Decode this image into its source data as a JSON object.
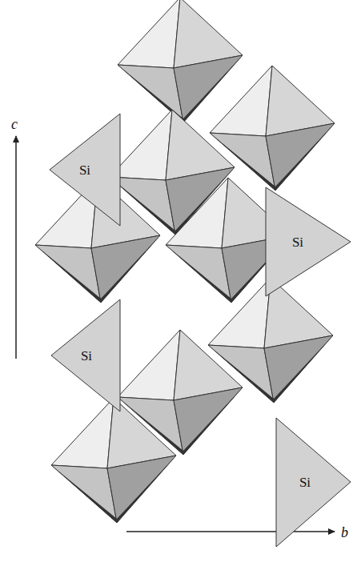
{
  "diagram": {
    "nodes": [
      {
        "text": [
          "Si"
        ]
      },
      {
        "text": [
          "Si"
        ]
      },
      {
        "text": [
          "Si"
        ]
      },
      {
        "text": [
          "Si"
        ]
      }
    ],
    "labels": [
      "c",
      "b"
    ]
  }
}
